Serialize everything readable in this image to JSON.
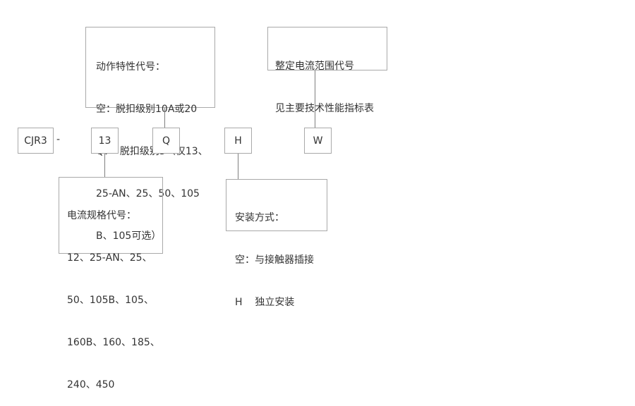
{
  "codes": {
    "series": "CJR3",
    "dash": "-",
    "current": "13",
    "characteristic": "Q",
    "install": "H",
    "setting": "W"
  },
  "notes": {
    "characteristic": {
      "lines": [
        "动作特性代号：",
        "空：脱扣级别10A或20",
        "Q：  脱扣级别5（仅13、",
        "25-AN、25、50、105",
        "B、105可选）"
      ]
    },
    "setting": {
      "lines": [
        "整定电流范围代号",
        "见主要技术性能指标表"
      ]
    },
    "current": {
      "lines": [
        "电流规格代号：",
        "12、25-AN、25、",
        "50、105B、105、",
        "160B、160、185、",
        "240、450"
      ]
    },
    "install": {
      "lines": [
        "安装方式：",
        "空：与接触器插接",
        "H    独立安装"
      ]
    }
  }
}
